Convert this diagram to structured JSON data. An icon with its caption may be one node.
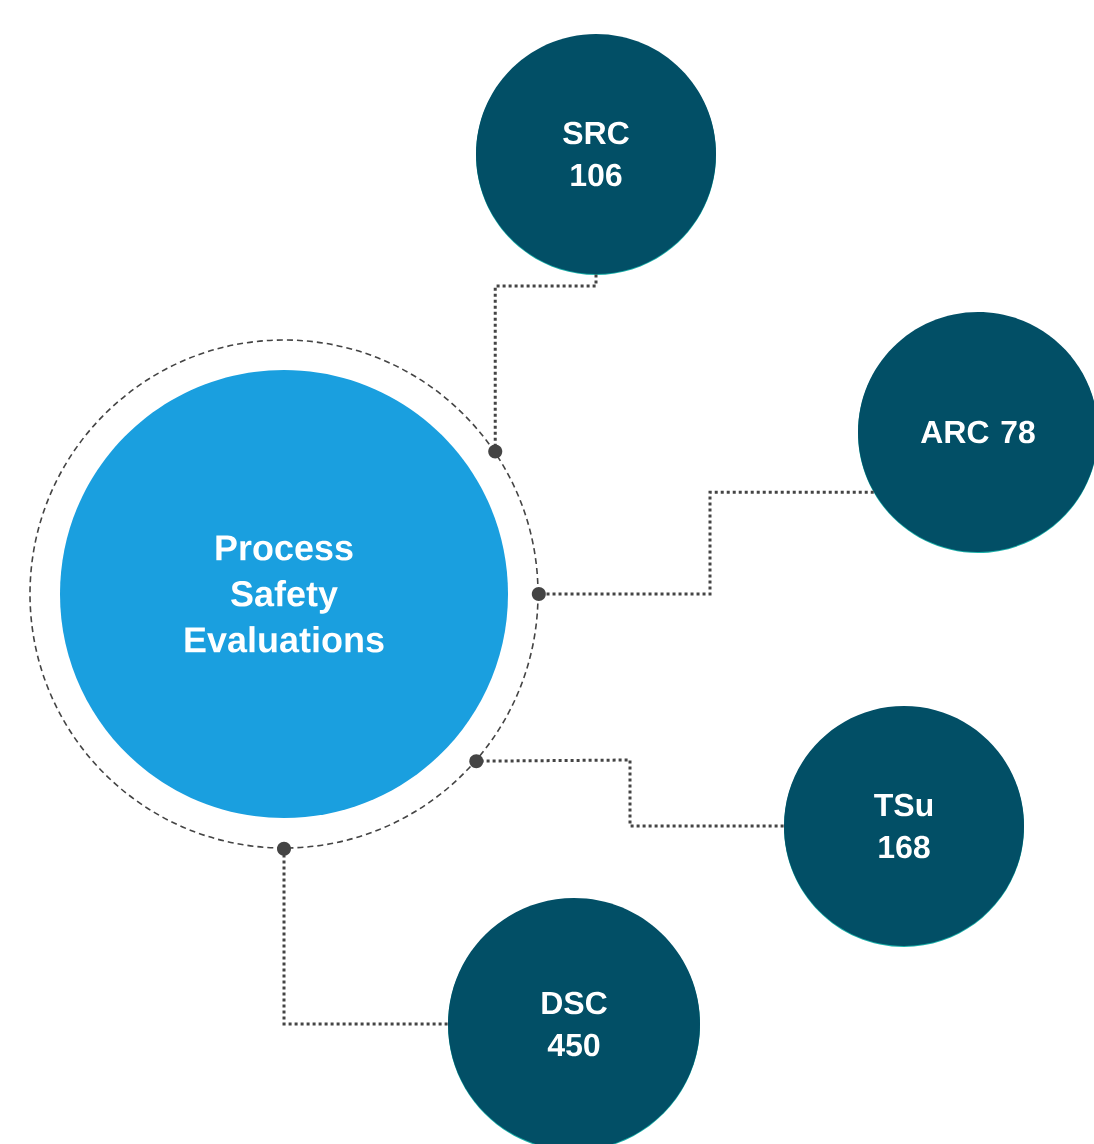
{
  "diagram": {
    "nodes": [
      {
        "text": [
          "Process Safety Evaluations"
        ]
      },
      {
        "text": [
          "SRC 106"
        ]
      },
      {
        "text": [
          "ARC 78"
        ]
      },
      {
        "text": [
          "TSu 168"
        ]
      },
      {
        "text": [
          "DSC 450"
        ]
      }
    ],
    "edges": [
      {
        "from": 0,
        "to": 1,
        "arrow": "other",
        "style": "dashed"
      },
      {
        "from": 0,
        "to": 2,
        "arrow": "other",
        "style": "dashed"
      },
      {
        "from": 0,
        "to": 3,
        "arrow": "other",
        "style": "dashed"
      },
      {
        "from": 0,
        "to": 4,
        "arrow": "other",
        "style": "dashed"
      }
    ]
  }
}
